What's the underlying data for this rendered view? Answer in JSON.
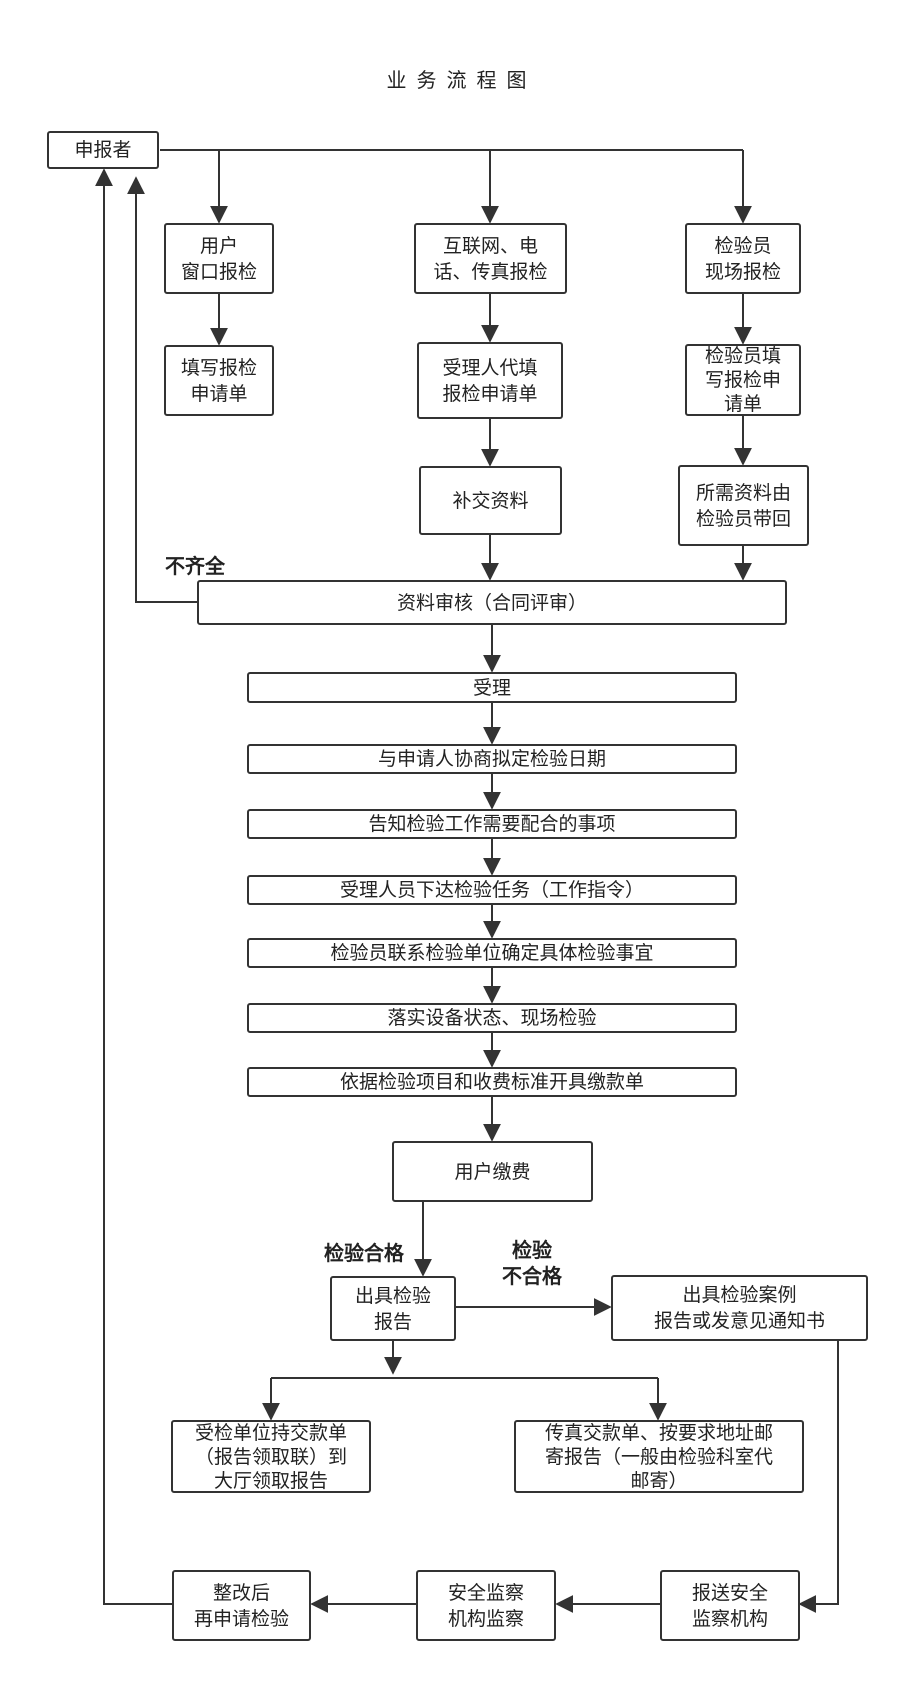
{
  "title": "业务流程图",
  "nodes": {
    "applicant": "申报者",
    "window": "用户\n窗口报检",
    "internet": "互联网、电\n话、传真报检",
    "inspector": "检验员\n现场报检",
    "fill_form": "填写报检\n申请单",
    "agent_fill": "受理人代填\n报检申请单",
    "inspector_fill": "检验员填\n写报检申\n请单",
    "supplement": "补交资料",
    "inspector_bring": "所需资料由\n检验员带回",
    "review": "资料审核（合同评审）",
    "accept": "受理",
    "negotiate": "与申请人协商拟定检验日期",
    "notify": "告知检验工作需要配合的事项",
    "assign": "受理人员下达检验任务（工作指令）",
    "contact": "检验员联系检验单位确定具体检验事宜",
    "implement": "落实设备状态、现场检验",
    "invoice": "依据检验项目和收费标准开具缴款单",
    "payment": "用户缴费",
    "report": "出具检验\n报告",
    "case_report": "出具检验案例\n报告或发意见通知书",
    "pickup": "受检单位持交款单\n（报告领取联）到\n大厅领取报告",
    "mail": "传真交款单、按要求地址邮\n寄报告（一般由检验科室代\n邮寄）",
    "reapply": "整改后\n再申请检验",
    "supervise": "安全监察\n机构监察",
    "send_supervision": "报送安全\n监察机构"
  },
  "labels": {
    "incomplete": "不齐全",
    "qualified": "检验合格",
    "unqualified": "检验\n不合格"
  }
}
